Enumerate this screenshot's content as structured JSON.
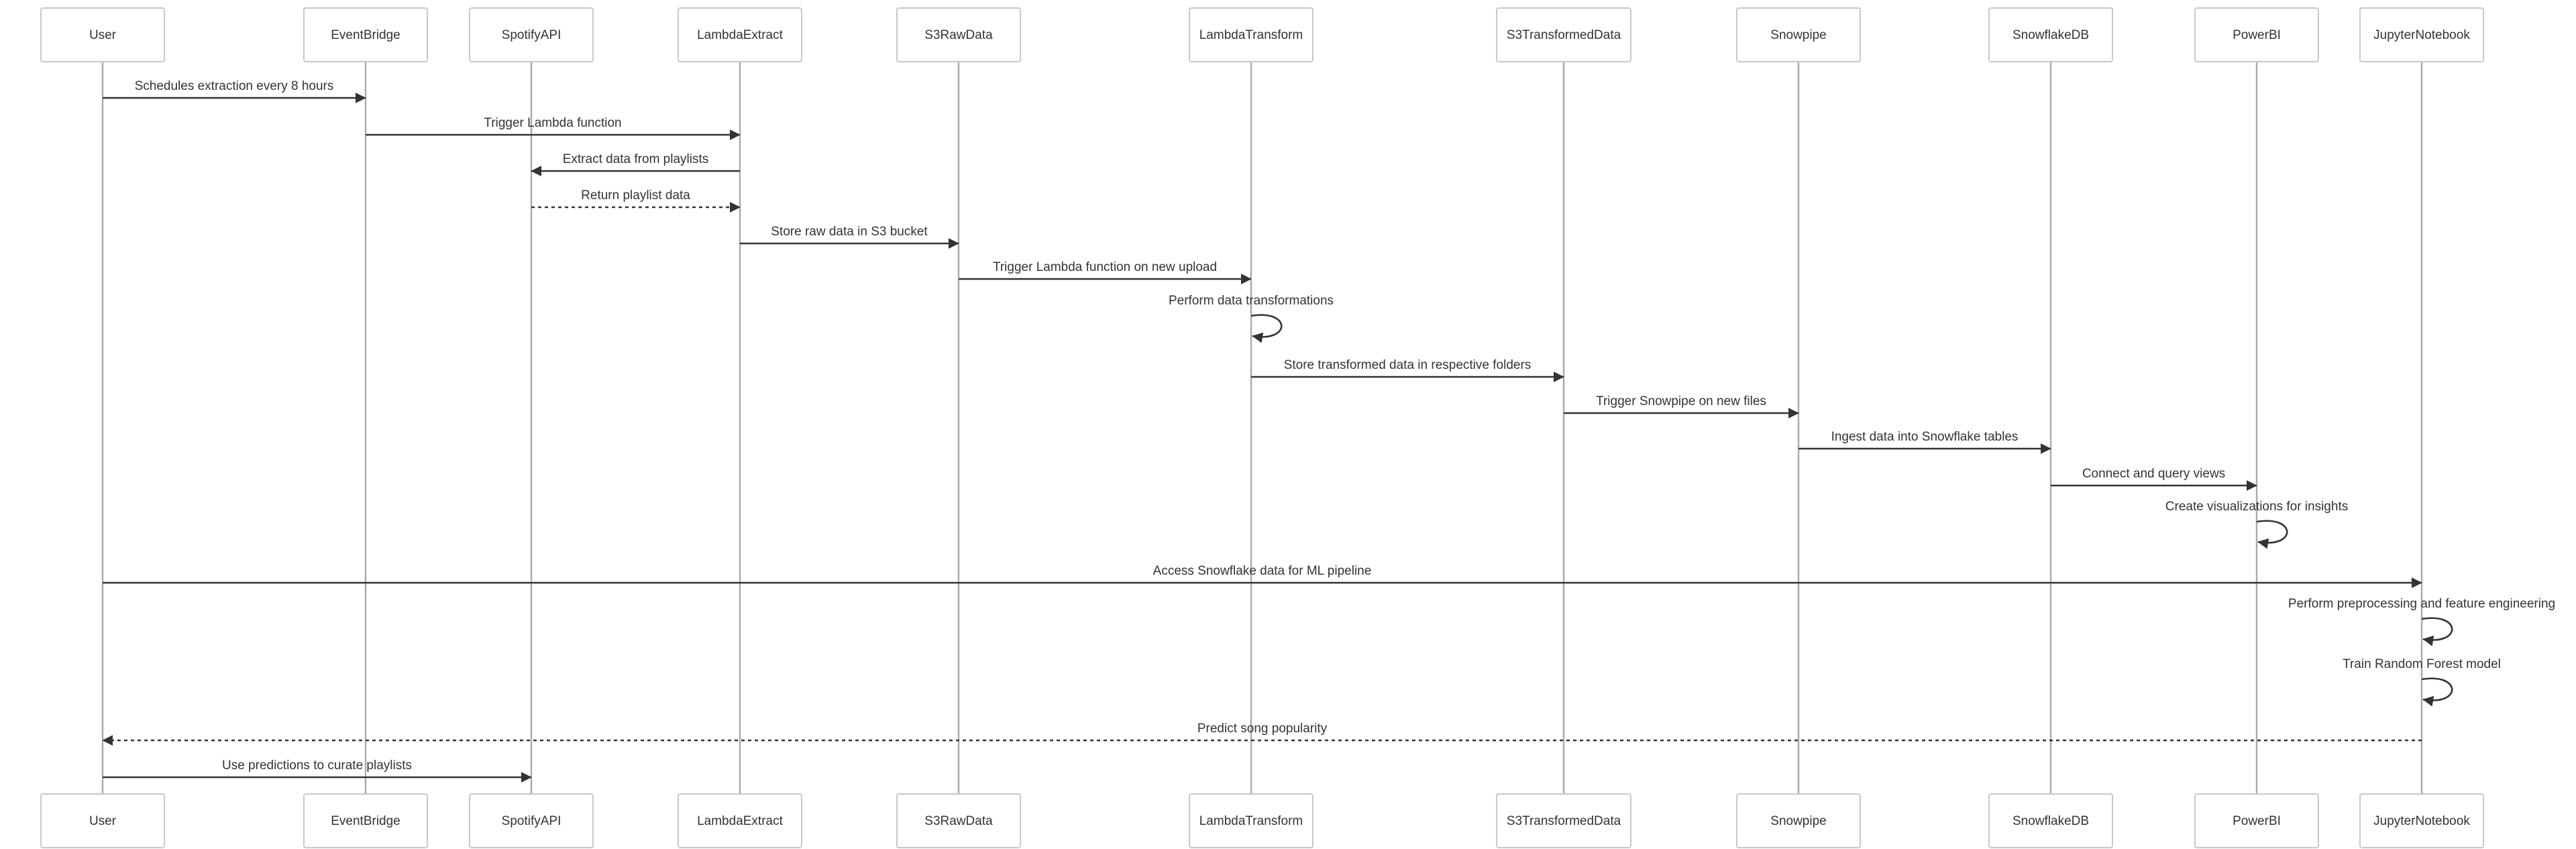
{
  "diagram": {
    "type": "sequence",
    "participants": [
      "User",
      "EventBridge",
      "SpotifyAPI",
      "LambdaExtract",
      "S3RawData",
      "LambdaTransform",
      "S3TransformedData",
      "Snowpipe",
      "SnowflakeDB",
      "PowerBI",
      "JupyterNotebook"
    ],
    "messages": [
      {
        "from": 0,
        "to": 1,
        "text": "Schedules extraction every 8 hours",
        "style": "solid"
      },
      {
        "from": 1,
        "to": 3,
        "text": "Trigger Lambda function",
        "style": "solid"
      },
      {
        "from": 3,
        "to": 2,
        "text": "Extract data from playlists",
        "style": "solid"
      },
      {
        "from": 2,
        "to": 3,
        "text": "Return playlist data",
        "style": "dashed"
      },
      {
        "from": 3,
        "to": 4,
        "text": "Store raw data in S3 bucket",
        "style": "solid"
      },
      {
        "from": 4,
        "to": 5,
        "text": "Trigger Lambda function on new upload",
        "style": "solid"
      },
      {
        "from": 5,
        "to": 5,
        "text": "Perform data transformations",
        "style": "solid"
      },
      {
        "from": 5,
        "to": 6,
        "text": "Store transformed data in respective folders",
        "style": "solid"
      },
      {
        "from": 6,
        "to": 7,
        "text": "Trigger Snowpipe on new files",
        "style": "solid"
      },
      {
        "from": 7,
        "to": 8,
        "text": "Ingest data into Snowflake tables",
        "style": "solid"
      },
      {
        "from": 8,
        "to": 9,
        "text": "Connect and query views",
        "style": "solid"
      },
      {
        "from": 9,
        "to": 9,
        "text": "Create visualizations for insights",
        "style": "solid"
      },
      {
        "from": 0,
        "to": 10,
        "text": "Access Snowflake data for ML pipeline",
        "style": "solid"
      },
      {
        "from": 10,
        "to": 10,
        "text": "Perform preprocessing and feature engineering",
        "style": "solid"
      },
      {
        "from": 10,
        "to": 10,
        "text": "Train Random Forest model",
        "style": "solid"
      },
      {
        "from": 10,
        "to": 0,
        "text": "Predict song popularity",
        "style": "dashed"
      },
      {
        "from": 0,
        "to": 2,
        "text": "Use predictions to curate playlists",
        "style": "solid"
      }
    ],
    "colors": {
      "box_stroke": "#c8c8c8",
      "lifeline": "#a9a9a9",
      "arrow": "#333333",
      "text": "#333333",
      "background": "#ffffff"
    }
  }
}
